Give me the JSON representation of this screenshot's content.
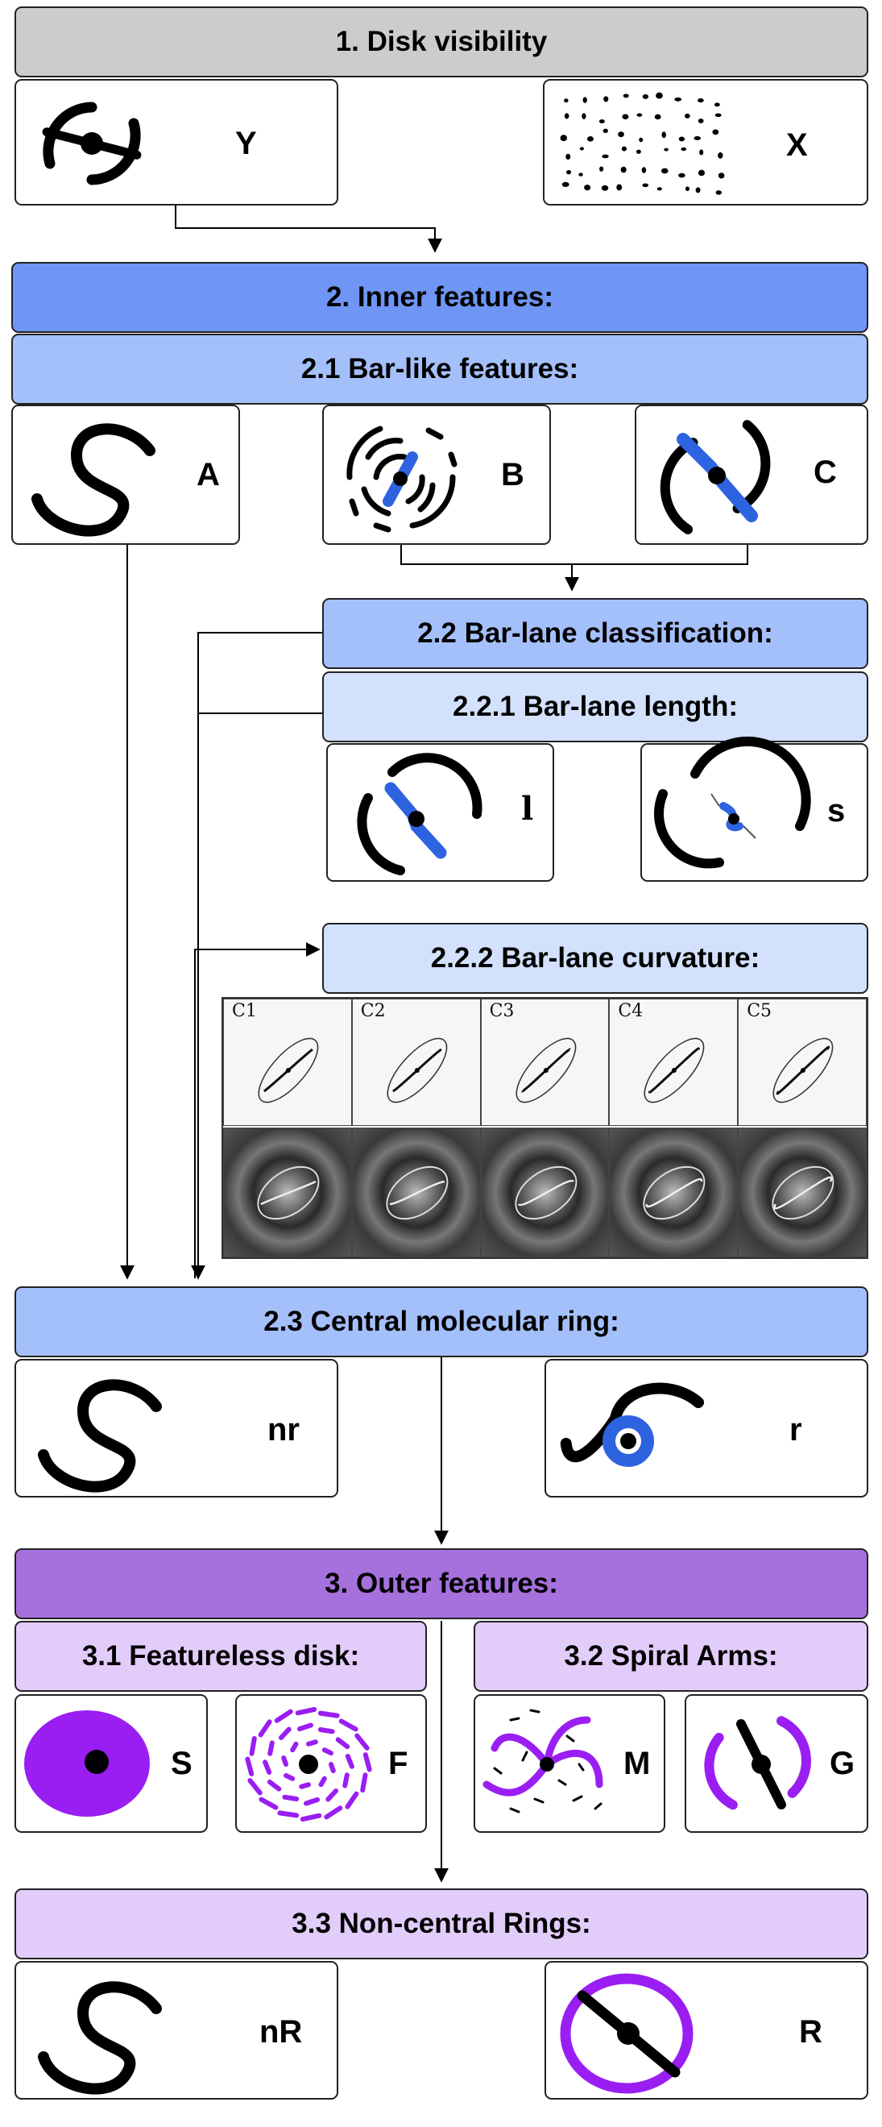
{
  "sections": {
    "disk_visibility": "1. Disk visibility",
    "inner_features": "2. Inner features:",
    "bar_like": "2.1 Bar-like features:",
    "bar_lane_classification": "2.2 Bar-lane classification:",
    "bar_lane_length": "2.2.1 Bar-lane length:",
    "bar_lane_curvature": "2.2.2 Bar-lane curvature:",
    "central_ring": "2.3 Central molecular ring:",
    "outer_features": "3. Outer features:",
    "featureless_disk": "3.1 Featureless disk:",
    "spiral_arms": "3.2 Spiral Arms:",
    "noncentral_rings": "3.3 Non-central Rings:"
  },
  "labels": {
    "Y": "Y",
    "X": "X",
    "A": "A",
    "B": "B",
    "C": "C",
    "l": "l",
    "s": "s",
    "nr": "nr",
    "r": "r",
    "S": "S",
    "F": "F",
    "M": "M",
    "G": "G",
    "nR": "nR",
    "R": "R"
  },
  "curvature_panels": [
    "C1",
    "C2",
    "C3",
    "C4",
    "C5"
  ],
  "colors": {
    "gray_header": "#cccccc",
    "blue_dark": "#6f96f5",
    "blue_mid": "#a4c0fb",
    "blue_light": "#d3e1fd",
    "purple_dark": "#a571dc",
    "purple_light": "#e2ccfa",
    "bar_blue": "#2e63e0",
    "purple_shape": "#9a2ef0"
  }
}
